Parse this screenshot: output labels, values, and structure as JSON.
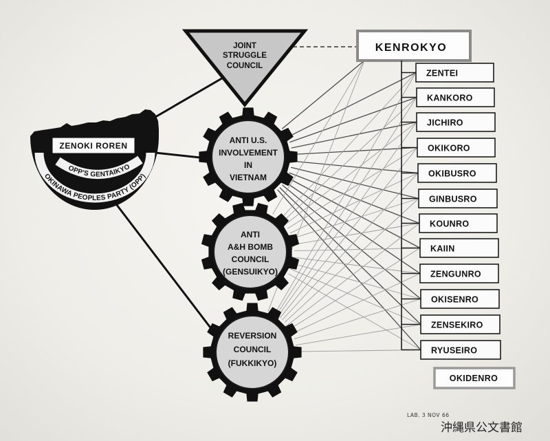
{
  "triangle": {
    "lines": [
      "JOINT",
      "STRUGGLE",
      "COUNCIL"
    ]
  },
  "kenrokyo": "KENROKYO",
  "members": [
    "ZENTEI",
    "KANKORO",
    "JICHIRO",
    "OKIKORO",
    "OKIBUSRO",
    "GINBUSRO",
    "KOUNRO",
    "KAIIN",
    "ZENGUNRO",
    "OKISENRO",
    "ZENSEKIRO",
    "RYUSEIRO"
  ],
  "okidenro": "OKIDENRO",
  "gears": [
    {
      "lines": [
        "ANTI U.S.",
        "INVOLVEMENT",
        "IN",
        "VIETNAM"
      ]
    },
    {
      "lines": [
        "ANTI",
        "A&H BOMB",
        "COUNCIL",
        "(GENSUIKYO)"
      ]
    },
    {
      "lines": [
        "REVERSION",
        "COUNCIL",
        "(FUKKIKYO)"
      ]
    }
  ],
  "emblem": {
    "label": "ZENOKI ROREN",
    "inner_arc": "OPP'S GENTAIKYO",
    "outer_arc": "OKINAWA PEOPLES PARTY (OPP)"
  },
  "stamp": "LAB. 3 NOV 66",
  "watermark": "沖縄県公文書館",
  "colors": {
    "ink": "#111111",
    "gear_face": "#d6d6d6",
    "triangle_fill": "#c7c7c7",
    "kenrokyo_border": "#8a8a8a",
    "okidenro_border": "#9a9a9a"
  }
}
